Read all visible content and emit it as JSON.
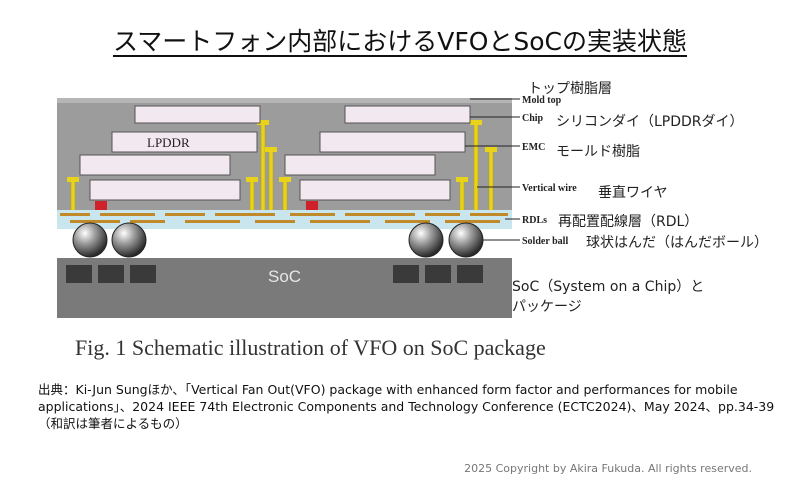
{
  "title": "スマートフォン内部におけるVFOとSoCの実装状態",
  "diagram": {
    "lpddr_label": "LPDDR",
    "soc_label": "SoC",
    "layer_labels": [
      "Mold top",
      "Chip",
      "EMC",
      "Vertical wire",
      "RDLs",
      "Solder ball"
    ],
    "jp_labels": [
      "トップ樹脂層",
      "シリコンダイ（LPDDRダイ）",
      "モールド樹脂",
      "垂直ワイヤ",
      "再配置配線層（RDL）",
      "球状はんだ（はんだボール）"
    ],
    "soc_note_line1": "SoC（System on a Chip）と",
    "soc_note_line2": "パッケージ",
    "caption": "Fig. 1 Schematic illustration of VFO on SoC package"
  },
  "source_text": "出典：Ki-Jun Sungほか、「Vertical Fan Out(VFO) package with enhanced form factor and performances for mobile applications」、2024 IEEE 74th Electronic Components and Technology Conference (ECTC2024)、May 2024、pp.34-39　（和訳は筆者によるもの）",
  "copyright": "2025 Copyright by Akira Fukuda. All rights reserved.",
  "colors": {
    "mold": "#9c9c9c",
    "die": "#f2e8f0",
    "wire": "#e8d21a",
    "rdl": "#c9e6ee",
    "pad": "#d0212a",
    "soc": "#7a7a7a"
  }
}
